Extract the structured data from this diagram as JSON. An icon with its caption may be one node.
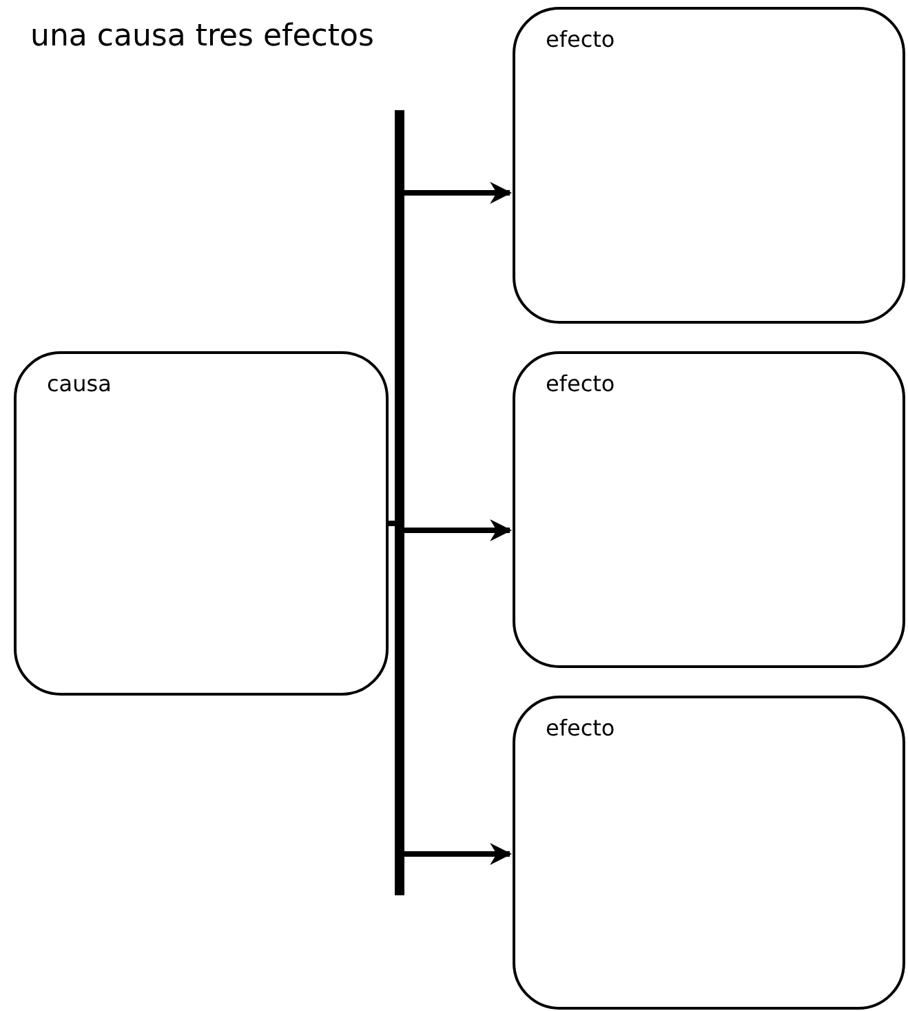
{
  "diagram": {
    "title": "una causa tres efectos",
    "nodes": [
      {
        "text": [
          "causa"
        ]
      },
      {
        "text": [
          "efecto"
        ]
      },
      {
        "text": [
          "efecto"
        ]
      },
      {
        "text": [
          "efecto"
        ]
      }
    ],
    "edges": [
      {
        "from": 0,
        "to": 1,
        "arrow": "to"
      },
      {
        "from": 0,
        "to": 2,
        "arrow": "to"
      },
      {
        "from": 0,
        "to": 3,
        "arrow": "to"
      }
    ]
  }
}
